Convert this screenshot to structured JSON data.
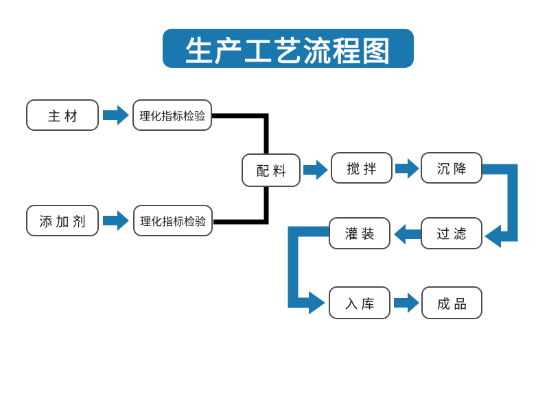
{
  "title": "生产工艺流程图",
  "colors": {
    "accent": "#1b78af",
    "connector": "#000000",
    "box_border": "#4c4c4c",
    "box_bg": "#ffffff",
    "box_text": "#1a1a1a",
    "title_text": "#ffffff",
    "background": "#ffffff"
  },
  "nodes": {
    "main_material": {
      "label": "主 材"
    },
    "inspection_top": {
      "label": "理化指标检验"
    },
    "additive": {
      "label": "添 加 剂"
    },
    "inspection_bottom": {
      "label": "理化指标检验"
    },
    "batching": {
      "label": "配 料"
    },
    "stirring": {
      "label": "搅 拌"
    },
    "settling": {
      "label": "沉 降"
    },
    "filtering": {
      "label": "过 滤"
    },
    "filling": {
      "label": "灌 装"
    },
    "warehousing": {
      "label": "入 库"
    },
    "finished_product": {
      "label": "成 品"
    }
  },
  "edges": [
    {
      "from": "main_material",
      "to": "inspection_top",
      "style": "blue-arrow"
    },
    {
      "from": "additive",
      "to": "inspection_bottom",
      "style": "blue-arrow"
    },
    {
      "from": "inspection_top",
      "to": "batching",
      "style": "black-elbow-line"
    },
    {
      "from": "inspection_bottom",
      "to": "batching",
      "style": "black-elbow-line"
    },
    {
      "from": "batching",
      "to": "stirring",
      "style": "blue-arrow"
    },
    {
      "from": "stirring",
      "to": "settling",
      "style": "blue-arrow"
    },
    {
      "from": "settling",
      "to": "filtering",
      "style": "blue-elbow-arrow"
    },
    {
      "from": "filtering",
      "to": "filling",
      "style": "blue-arrow"
    },
    {
      "from": "filling",
      "to": "warehousing",
      "style": "blue-elbow-arrow"
    },
    {
      "from": "warehousing",
      "to": "finished_product",
      "style": "blue-arrow"
    }
  ]
}
